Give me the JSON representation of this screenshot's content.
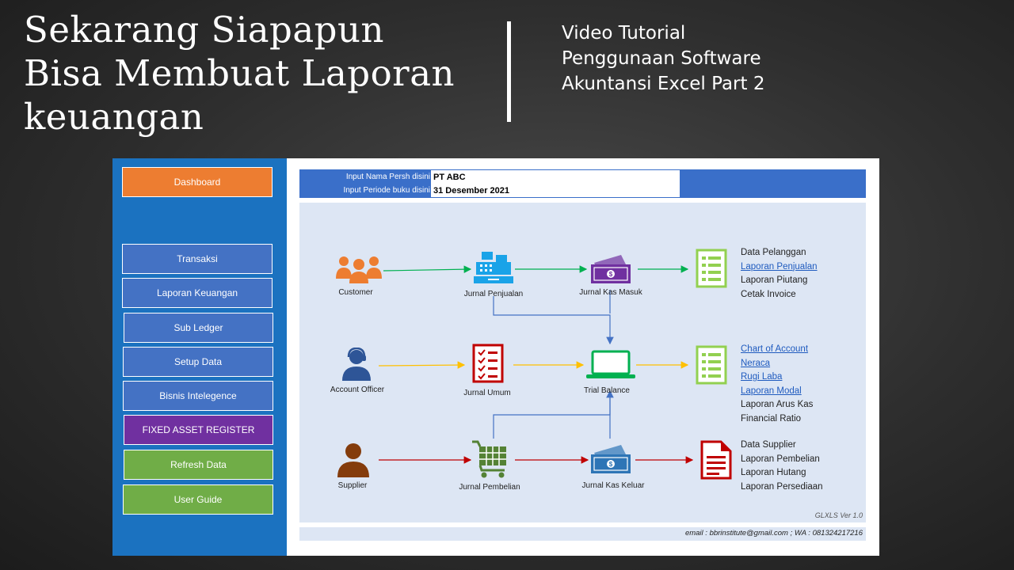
{
  "headline": {
    "line1": "Sekarang Siapapun",
    "line2": "Bisa Membuat Laporan",
    "line3": "keuangan"
  },
  "subtitle": {
    "line1": "Video Tutorial",
    "line2": "Penggunaan Software",
    "line3": "Akuntansi Excel Part 2"
  },
  "sidebar": {
    "buttons": [
      {
        "label": "Dashboard",
        "color": "#ed7d31"
      },
      {
        "label": "Transaksi",
        "color": "#4472c4"
      },
      {
        "label": "Laporan Keuangan",
        "color": "#4472c4"
      },
      {
        "label": "Sub Ledger",
        "color": "#4472c4"
      },
      {
        "label": "Setup Data",
        "color": "#4472c4"
      },
      {
        "label": "Bisnis Intelegence",
        "color": "#4472c4"
      },
      {
        "label": "FIXED ASSET REGISTER",
        "color": "#7030a0"
      },
      {
        "label": "Refresh Data",
        "color": "#70ad47"
      },
      {
        "label": "User Guide",
        "color": "#70ad47"
      }
    ]
  },
  "header": {
    "company_label": "Input Nama Persh disini",
    "company_value": "PT ABC",
    "period_label": "Input Periode buku disini",
    "period_value": "31 Desember 2021"
  },
  "flow": {
    "customer": "Customer",
    "jurnal_penjualan": "Jurnal Penjualan",
    "jurnal_kas_masuk": "Jurnal Kas Masuk",
    "account_officer": "Account Officer",
    "jurnal_umum": "Jurnal Umum",
    "trial_balance": "Trial Balance",
    "supplier": "Supplier",
    "jurnal_pembelian": "Jurnal Pembelian",
    "jurnal_kas_keluar": "Jurnal Kas Keluar"
  },
  "reports": {
    "sales": {
      "data_pelanggan": "Data Pelanggan",
      "laporan_penjualan": "Laporan Penjualan",
      "laporan_piutang": "Laporan Piutang",
      "cetak_invoice": "Cetak Invoice"
    },
    "gl": {
      "chart_of_account": "Chart of Account",
      "neraca": "Neraca",
      "rugi_laba": "Rugi Laba",
      "laporan_modal": "Laporan Modal",
      "laporan_arus_kas": "Laporan Arus Kas",
      "financial_ratio": "Financial Ratio"
    },
    "purchase": {
      "data_supplier": "Data Supplier",
      "laporan_pembelian": "Laporan Pembelian",
      "laporan_hutang": "Laporan Hutang",
      "laporan_persediaan": "Laporan Persediaan"
    }
  },
  "version": "GLXLS Ver 1.0",
  "footer": "email : bbrinstitute@gmail.com ; WA : 081324217216",
  "colors": {
    "green": "#00b050",
    "yellow": "#ffc000",
    "red": "#c00000",
    "blue": "#4472c4",
    "orange": "#ed7d31",
    "purple": "#7030a0",
    "doc_green": "#92d050",
    "doc_red": "#c00000"
  }
}
